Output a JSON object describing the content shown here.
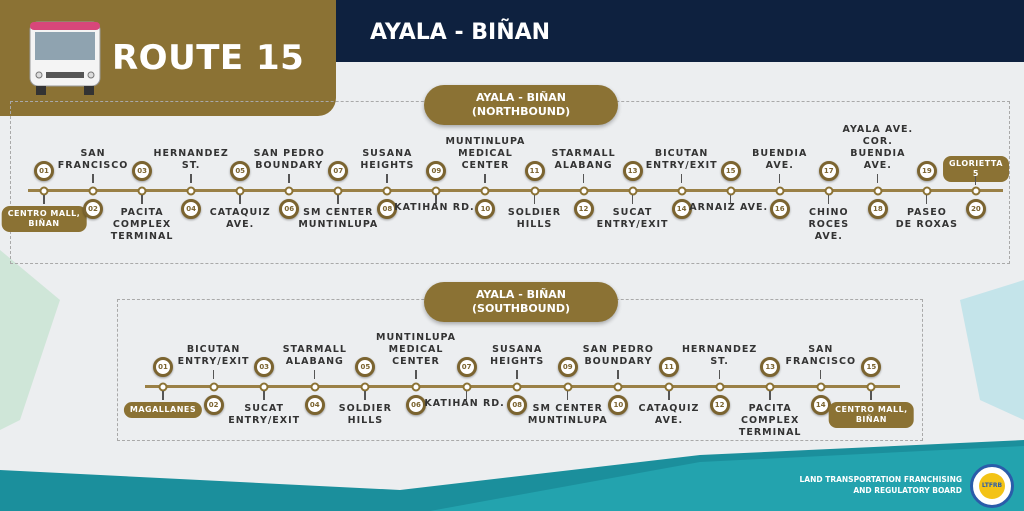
{
  "header": {
    "route_title": "ROUTE 15",
    "route_name": "AYALA - BIÑAN"
  },
  "northbound": {
    "title": "AYALA - BIÑAN\n(NORTHBOUND)",
    "stops": [
      {
        "num": "01",
        "name": "CENTRO MALL,\nBIÑAN",
        "pill": true
      },
      {
        "num": "02",
        "name": "SAN\nFRANCISCO"
      },
      {
        "num": "03",
        "name": "PACITA\nCOMPLEX\nTERMINAL"
      },
      {
        "num": "04",
        "name": "HERNANDEZ\nST."
      },
      {
        "num": "05",
        "name": "CATAQUIZ\nAVE."
      },
      {
        "num": "06",
        "name": "SAN PEDRO\nBOUNDARY"
      },
      {
        "num": "07",
        "name": "SM CENTER\nMUNTINLUPA"
      },
      {
        "num": "08",
        "name": "SUSANA\nHEIGHTS"
      },
      {
        "num": "09",
        "name": "KATIHAN RD."
      },
      {
        "num": "10",
        "name": "MUNTINLUPA\nMEDICAL\nCENTER"
      },
      {
        "num": "11",
        "name": "SOLDIER\nHILLS"
      },
      {
        "num": "12",
        "name": "STARMALL\nALABANG"
      },
      {
        "num": "13",
        "name": "SUCAT\nENTRY/EXIT"
      },
      {
        "num": "14",
        "name": "BICUTAN\nENTRY/EXIT"
      },
      {
        "num": "15",
        "name": "ARNAIZ AVE."
      },
      {
        "num": "16",
        "name": "BUENDIA\nAVE."
      },
      {
        "num": "17",
        "name": "CHINO\nROCES\nAVE."
      },
      {
        "num": "18",
        "name": "AYALA AVE.\nCOR.\nBUENDIA\nAVE."
      },
      {
        "num": "19",
        "name": "PASEO\nDE ROXAS"
      },
      {
        "num": "20",
        "name": "GLORIETTA 5",
        "pill": true
      }
    ]
  },
  "southbound": {
    "title": "AYALA - BIÑAN\n(SOUTHBOUND)",
    "stops": [
      {
        "num": "01",
        "name": "MAGALLANES",
        "pill": true
      },
      {
        "num": "02",
        "name": "BICUTAN\nENTRY/EXIT"
      },
      {
        "num": "03",
        "name": "SUCAT\nENTRY/EXIT"
      },
      {
        "num": "04",
        "name": "STARMALL\nALABANG"
      },
      {
        "num": "05",
        "name": "SOLDIER\nHILLS"
      },
      {
        "num": "06",
        "name": "MUNTINLUPA\nMEDICAL\nCENTER"
      },
      {
        "num": "07",
        "name": "KATIHAN RD."
      },
      {
        "num": "08",
        "name": "SUSANA\nHEIGHTS"
      },
      {
        "num": "09",
        "name": "SM CENTER\nMUNTINLUPA"
      },
      {
        "num": "10",
        "name": "SAN PEDRO\nBOUNDARY"
      },
      {
        "num": "11",
        "name": "CATAQUIZ\nAVE."
      },
      {
        "num": "12",
        "name": "HERNANDEZ\nST."
      },
      {
        "num": "13",
        "name": "PACITA\nCOMPLEX\nTERMINAL"
      },
      {
        "num": "14",
        "name": "SAN\nFRANCISCO"
      },
      {
        "num": "15",
        "name": "CENTRO MALL,\nBIÑAN",
        "pill": true
      }
    ]
  },
  "footer": {
    "agency": "LAND TRANSPORTATION FRANCHISING\nAND REGULATORY BOARD",
    "seal_text": "LTFRB"
  }
}
